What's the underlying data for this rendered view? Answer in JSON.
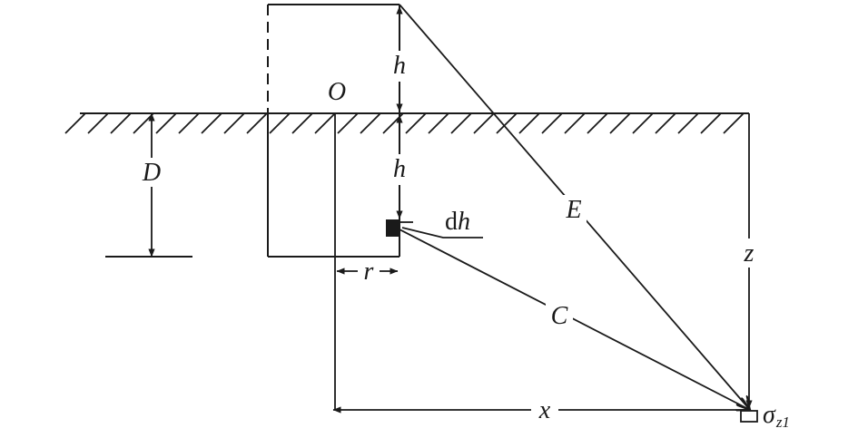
{
  "labels": {
    "origin": "O",
    "height_above": "h",
    "height_below": "h",
    "depth": "D",
    "element": "dh",
    "element_d": "d",
    "element_h": "h",
    "radius": "r",
    "distance_e": "E",
    "distance_c": "C",
    "vertical_z": "z",
    "horizontal_x": "x",
    "stress_symbol": "σ",
    "stress_sub": "z1"
  },
  "colors": {
    "ink": "#1a1a1a",
    "background": "#ffffff"
  }
}
